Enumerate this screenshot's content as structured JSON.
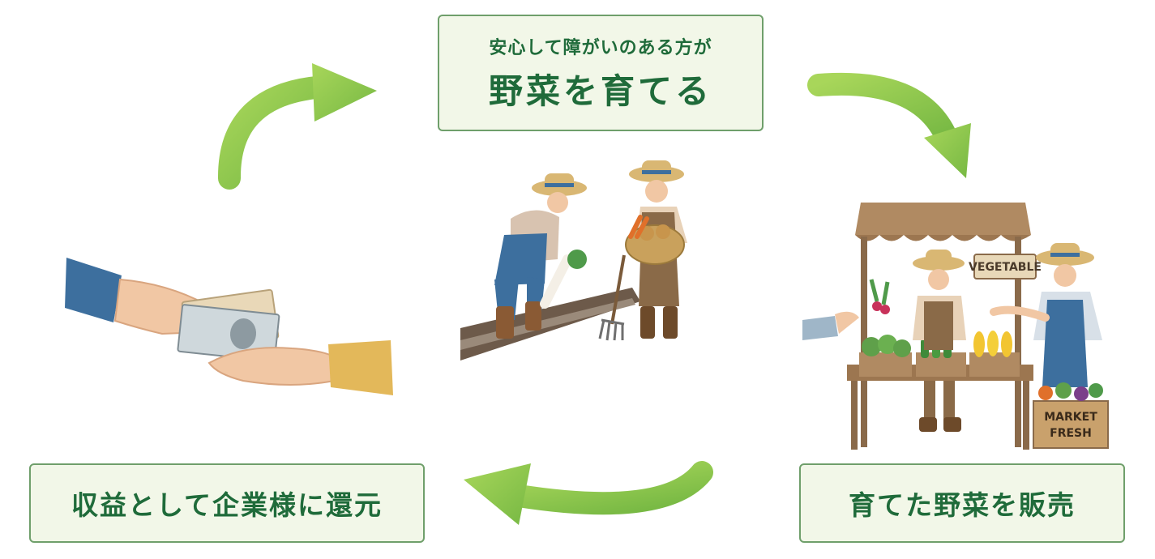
{
  "top_box": {
    "subtitle": "安心して障がいのある方が",
    "title": "野菜を育てる"
  },
  "left_box": {
    "label": "収益として企業様に還元"
  },
  "right_box": {
    "label": "育てた野菜を販売"
  },
  "stall": {
    "sign": "VEGETABLE",
    "crate_line1": "MARKET",
    "crate_line2": "FRESH"
  },
  "colors": {
    "box_bg": "#f2f7e8",
    "box_border": "#6f9f6b",
    "text_green": "#1f6b3a",
    "arrow_green": "#8cc63f"
  },
  "icons": [
    "curved-arrow-icon",
    "money-handover-icon",
    "farmers-icon",
    "vegetable-stall-icon"
  ]
}
